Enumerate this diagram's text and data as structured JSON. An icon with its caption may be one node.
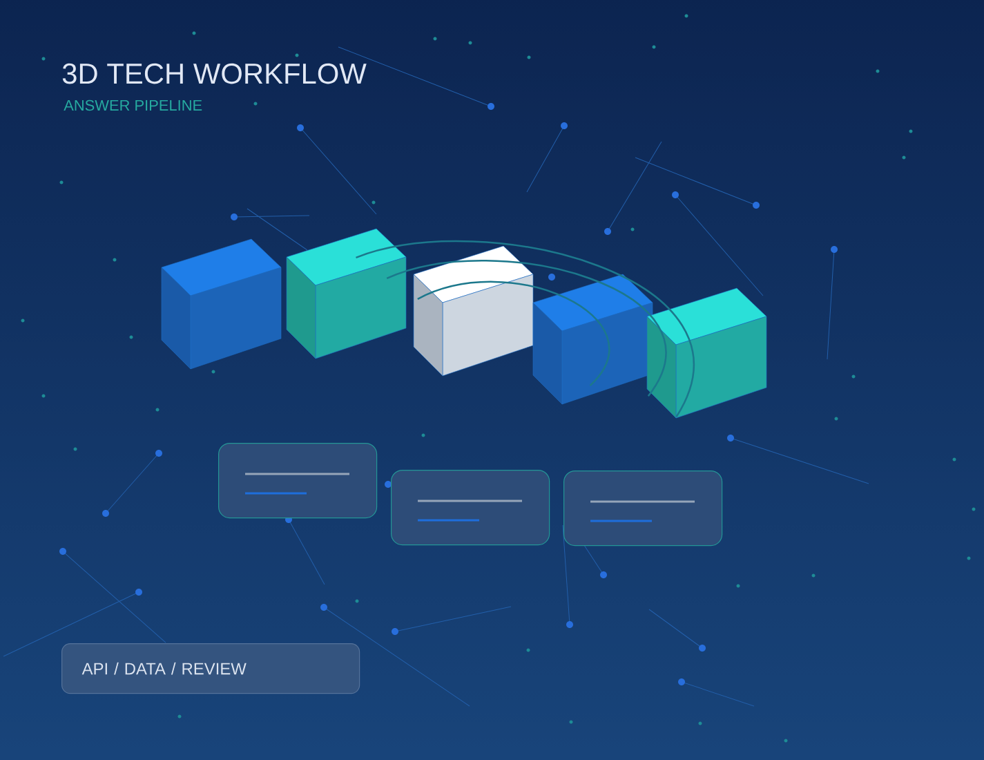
{
  "diagram": {
    "title": "3D TECH WORKFLOW",
    "nodes": [
      {
        "text": [],
        "shape": "cube"
      },
      {
        "text": [],
        "shape": "cube"
      },
      {
        "text": [],
        "shape": "cube"
      },
      {
        "text": [],
        "shape": "cube"
      },
      {
        "text": [],
        "shape": "cube"
      },
      {
        "text": [],
        "shape": "box"
      },
      {
        "text": [],
        "shape": "box"
      },
      {
        "text": [],
        "shape": "box"
      },
      {
        "text": [
          "API / DATA / REVIEW"
        ]
      }
    ],
    "edges": [
      {
        "from": 1,
        "to": 4,
        "arrow": "none"
      },
      {
        "from": 1,
        "to": 4,
        "arrow": "none"
      },
      {
        "from": 2,
        "to": 3,
        "arrow": "none"
      }
    ],
    "labels": [
      "ANSWER PIPELINE"
    ]
  }
}
